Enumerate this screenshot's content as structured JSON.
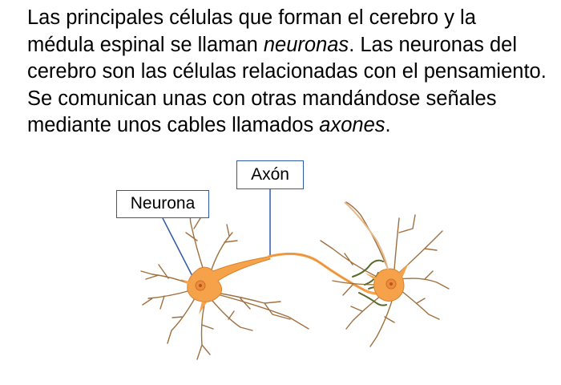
{
  "text": {
    "p1": "Las principales células que forman el cerebro y la médula espinal se llaman ",
    "em1": "neuronas",
    "p2": ". Las neuronas del cerebro son las células relacionadas con el pensamiento. Se comunican unas con otras mandándose señales mediante unos cables llamados ",
    "em2": "axones",
    "p3": "."
  },
  "diagram": {
    "label_axon": "Axón",
    "label_neuron": "Neurona"
  },
  "colors": {
    "neuron_fill": "#f5a24a",
    "neuron_stroke": "#d9822b",
    "dendrite": "#9a6a3a",
    "contact": "#5a6a2a",
    "callout": "#2f5aa8"
  }
}
